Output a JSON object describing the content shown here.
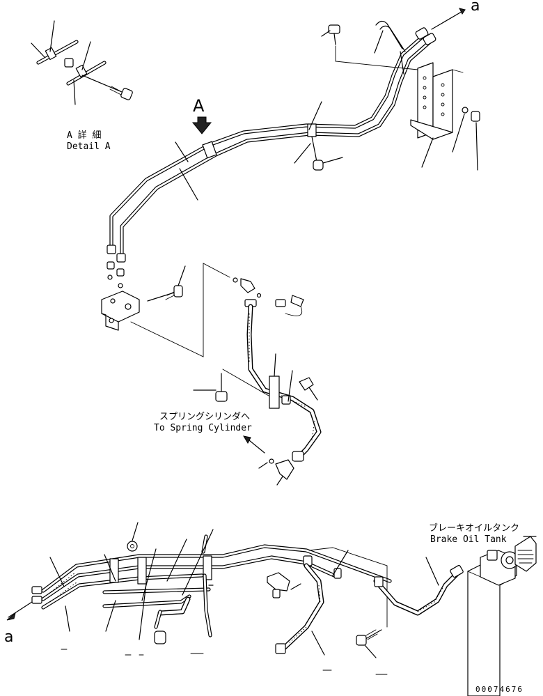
{
  "detail_view": {
    "letter": "A",
    "label_ja": "A 詳 細",
    "label_en": "Detail A"
  },
  "arrow_ref": {
    "top": "a",
    "bottom": "a"
  },
  "spring_cylinder": {
    "label_ja": "スプリングシリンダへ",
    "label_en": "To Spring Cylinder"
  },
  "brake_oil_tank": {
    "label_ja": "ブレーキオイルタンク",
    "label_en": "Brake Oil Tank"
  },
  "drawing_number": "00074676"
}
